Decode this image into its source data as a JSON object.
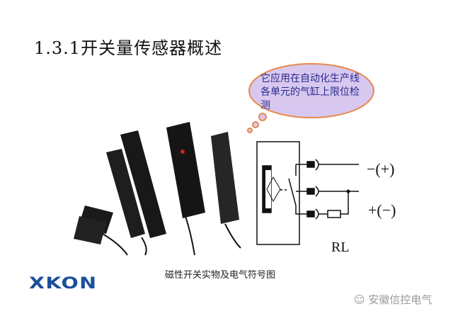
{
  "title": "1.3.1开关量传感器概述",
  "cloud_text": "它应用在自动化生产线各单元的气缸上限位检测",
  "diagram": {
    "label_top": "−(+)",
    "label_bottom": "+(−)",
    "resistor_label": "RL"
  },
  "caption": "磁性开关实物及电气符号图",
  "logo": "XKON",
  "watermark": "安徽信控电气",
  "colors": {
    "logo": "#1b4f9c",
    "cloud_fill": "#d8c8f0",
    "cloud_border": "#e8894a"
  }
}
